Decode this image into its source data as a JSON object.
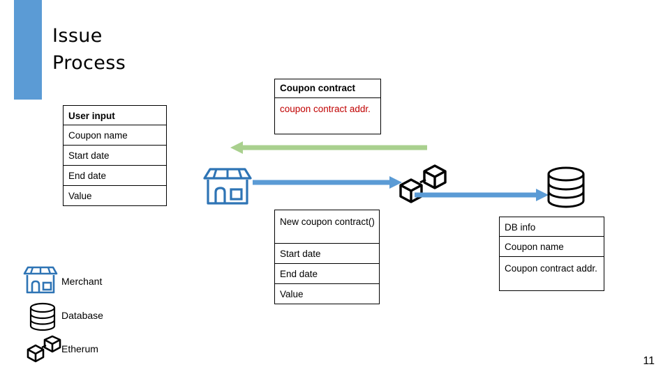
{
  "slide": {
    "title": "Issue\nProcess",
    "page_number": "11",
    "accent_color": "#5b9bd5",
    "arrow_blue": "#5b9bd5",
    "arrow_green": "#a9d08e",
    "red_text_color": "#c00000"
  },
  "user_input_table": {
    "header": "User input",
    "rows": [
      "Coupon name",
      "Start date",
      "End date",
      "Value"
    ]
  },
  "coupon_contract_box": {
    "header": "Coupon contract",
    "body": "coupon contract addr."
  },
  "new_coupon_table": {
    "header": "New coupon contract()",
    "rows": [
      "Start date",
      "End date",
      "Value"
    ]
  },
  "db_info_table": {
    "header": "DB info",
    "rows": [
      "Coupon name",
      "Coupon contract addr."
    ]
  },
  "legend": [
    {
      "icon": "storefront-icon",
      "label": "Merchant"
    },
    {
      "icon": "database-icon",
      "label": "Database"
    },
    {
      "icon": "blockchain-cubes-icon",
      "label": "Etherum"
    }
  ],
  "diagram_icons": [
    {
      "icon": "storefront-icon",
      "name": "merchant-node"
    },
    {
      "icon": "blockchain-cubes-icon",
      "name": "ethereum-node"
    },
    {
      "icon": "database-icon",
      "name": "database-node"
    }
  ],
  "arrows": [
    {
      "name": "arrow-ethereum-to-merchant",
      "direction": "left",
      "color": "#a9d08e"
    },
    {
      "name": "arrow-merchant-to-ethereum",
      "direction": "right",
      "color": "#5b9bd5"
    },
    {
      "name": "arrow-ethereum-to-database",
      "direction": "right",
      "color": "#5b9bd5"
    }
  ]
}
